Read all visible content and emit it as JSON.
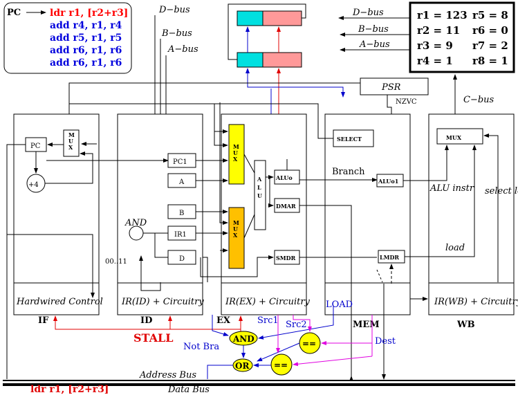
{
  "code": {
    "pc_label": "PC",
    "lines": [
      "ldr r1, [r2+r3]",
      "add r4, r1, r4",
      "add r5, r1, r5",
      "add r6, r1, r6",
      "add r6, r1, r6"
    ],
    "colors": [
      "#ff0000",
      "#0000dd",
      "#0000dd",
      "#0000dd",
      "#0000dd"
    ]
  },
  "registers": [
    "r1 = 123",
    "r5 = 8",
    "r2 = 11",
    "r6 = 0",
    "r3 = 9",
    "r7 = 2",
    "r4 = 1",
    "r8 = 1"
  ],
  "buses": {
    "d_bus": "D−bus",
    "b_bus": "B−bus",
    "a_bus": "A−bus",
    "c_bus": "C−bus",
    "address_bus": "Address Bus",
    "data_bus": "Data Bus"
  },
  "blocks": {
    "psr": "PSR",
    "nzvc": "NZVC",
    "select": "SELECT",
    "branch": "Branch",
    "pc": "PC",
    "plus4": "+4",
    "mux": "MUX",
    "alu": "ALU",
    "pc1": "PC1",
    "a": "A",
    "b": "B",
    "ir1": "IR1",
    "d": "D",
    "aluo": "ALUo",
    "dmar": "DMAR",
    "smdr": "SMDR",
    "aluo1": "ALUo1",
    "lmdr": "LMDR",
    "and_label": "AND",
    "const": "00..11",
    "alu_instr": "ALU instr",
    "select_load": "select load",
    "load": "load"
  },
  "stages": {
    "hardwired": "Hardwired Control",
    "ir_id": "IR(ID) + Circuitry",
    "ir_ex": "IR(EX) + Circuitry",
    "ir_wb": "IR(WB) + Circuitry",
    "if": "IF",
    "id": "ID",
    "ex": "EX",
    "mem": "MEM",
    "wb": "WB"
  },
  "hazard": {
    "stall": "STALL",
    "not_bra": "Not Bra",
    "load_sig": "LOAD",
    "src1": "Src1",
    "src2": "Src2",
    "dest": "Dest",
    "and_gate": "AND",
    "or_gate": "OR",
    "eq": "=="
  },
  "bottom_instr": "ldr r1, [r2+r3]"
}
